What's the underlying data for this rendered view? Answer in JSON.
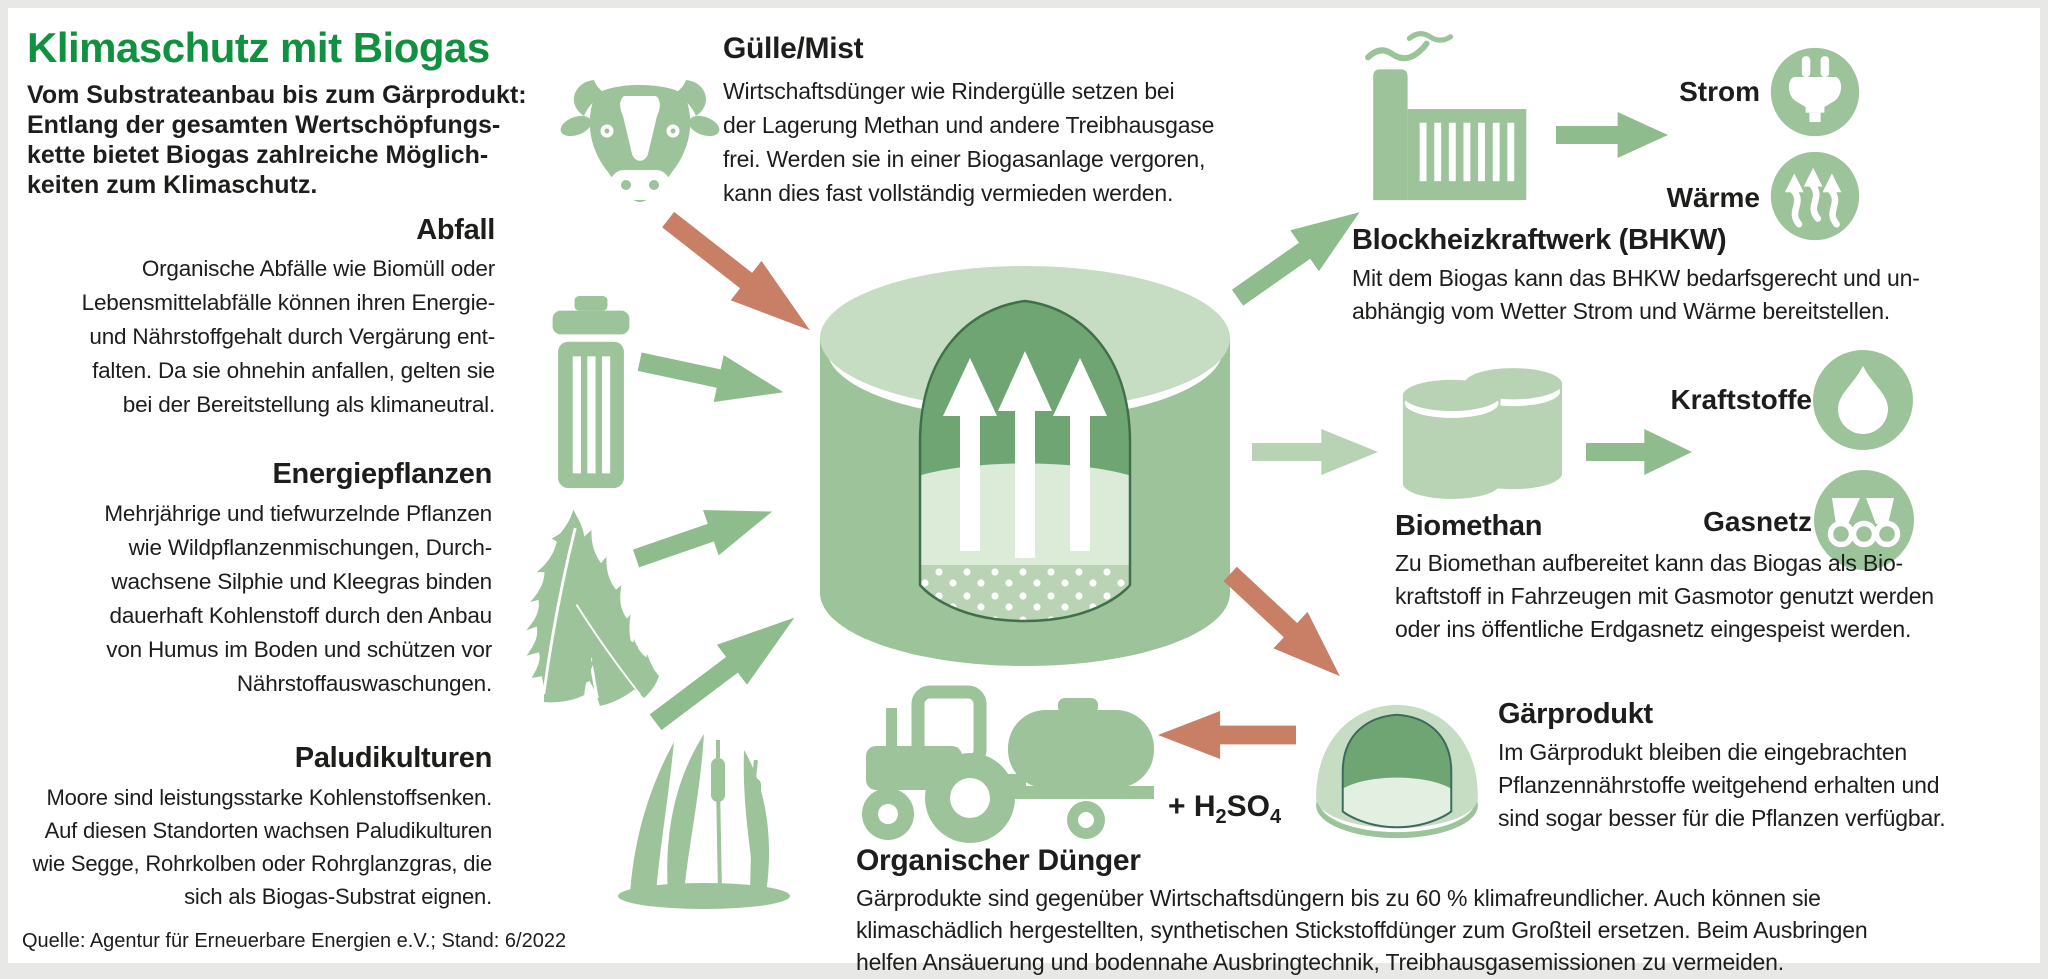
{
  "header": {
    "title": "Klimaschutz mit Biogas",
    "intro": "Vom Substrateanbau bis zum Gärprodukt:\nEntlang der gesamten Wertschöpfungs-\nkette bietet Biogas zahlreiche Möglich-\nkeiten zum Klimaschutz."
  },
  "inputs": {
    "guelle": {
      "title": "Gülle/Mist",
      "text": "Wirtschaftsdünger wie Rindergülle setzen bei\nder Lagerung Methan und andere Treibhausgase\nfrei. Werden sie in einer Biogasanlage vergoren,\nkann dies fast vollständig vermieden werden."
    },
    "abfall": {
      "title": "Abfall",
      "text": "Organische Abfälle wie Biomüll oder\nLebensmittelabfälle können ihren Energie-\nund Nährstoffgehalt durch Vergärung ent-\nfalten. Da sie ohnehin anfallen, gelten sie\nbei der Bereitstellung als klimaneutral."
    },
    "energiepflanzen": {
      "title": "Energiepflanzen",
      "text": "Mehrjährige und tiefwurzelnde Pflanzen\nwie Wildpflanzenmischungen, Durch-\nwachsene Silphie und Kleegras binden\ndauerhaft Kohlenstoff durch den Anbau\nvon Humus im Boden und schützen vor\nNährstoffauswaschungen."
    },
    "paludikulturen": {
      "title": "Paludikulturen",
      "text": "Moore sind leistungsstarke Kohlenstoffsenken.\nAuf diesen Standorten wachsen Paludikulturen\nwie Segge, Rohrkolben oder Rohrglanzgras, die\nsich als Biogas-Substrat eignen."
    }
  },
  "outputs": {
    "bhkw": {
      "title": "Blockheizkraftwerk (BHKW)",
      "text": "Mit dem Biogas kann das BHKW bedarfsgerecht und un-\nabhängig vom Wetter Strom und Wärme bereitstellen.",
      "strom_label": "Strom",
      "waerme_label": "Wärme"
    },
    "biomethan": {
      "title": "Biomethan",
      "text": "Zu Biomethan aufbereitet kann das Biogas als Bio-\nkraftstoff in Fahrzeugen mit Gasmotor genutzt werden\noder ins öffentliche Erdgasnetz eingespeist werden.",
      "kraftstoffe_label": "Kraftstoffe",
      "gasnetz_label": "Gasnetz"
    },
    "gaerprodukt": {
      "title": "Gärprodukt",
      "text": "Im Gärprodukt bleiben die eingebrachten\nPflanzennährstoffe weitgehend erhalten und\nsind sogar besser für die Pflanzen verfügbar."
    },
    "duenger": {
      "title": "Organischer Dünger",
      "text": "Gärprodukte sind gegenüber Wirtschaftsdüngern bis zu 60 % klimafreundlicher. Auch können sie\nklimaschädlich hergestellten, synthetischen Stickstoffdünger zum Großteil ersetzen. Beim Ausbringen\nhelfen Ansäuerung und bodennahe Ausbringtechnik, Treibhausgasemissionen zu vermeiden.",
      "additive": {
        "plus": "+ H",
        "sub1": "2",
        "mid": "SO",
        "sub2": "4"
      }
    }
  },
  "source": "Quelle: Agentur für Erneuerbare Energien e.V.; Stand: 6/2022",
  "icons": {
    "cow": "cow-head-icon",
    "trash": "trash-can-icon",
    "plants": "energy-plants-icon",
    "reeds": "reeds-icon",
    "digester": "biogas-digester-icon",
    "factory": "chp-plant-icon",
    "plug": "power-plug-icon",
    "heat": "heat-waves-icon",
    "drop": "fuel-drop-icon",
    "pipes": "gas-grid-pipes-icon",
    "tanks": "biomethane-tanks-icon",
    "digestate": "digestate-dome-icon",
    "tractor": "tractor-trailer-icon"
  },
  "colors": {
    "title_green": "#10913f",
    "icon_green": "#9cc399",
    "icon_green_dark": "#6fa572",
    "icon_green_light": "#c6ddc3",
    "arrow_green": "#8fbc8c",
    "arrow_green_light": "#b7d3b3",
    "arrow_red": "#c97e66",
    "text_black": "#1d1d1b"
  }
}
